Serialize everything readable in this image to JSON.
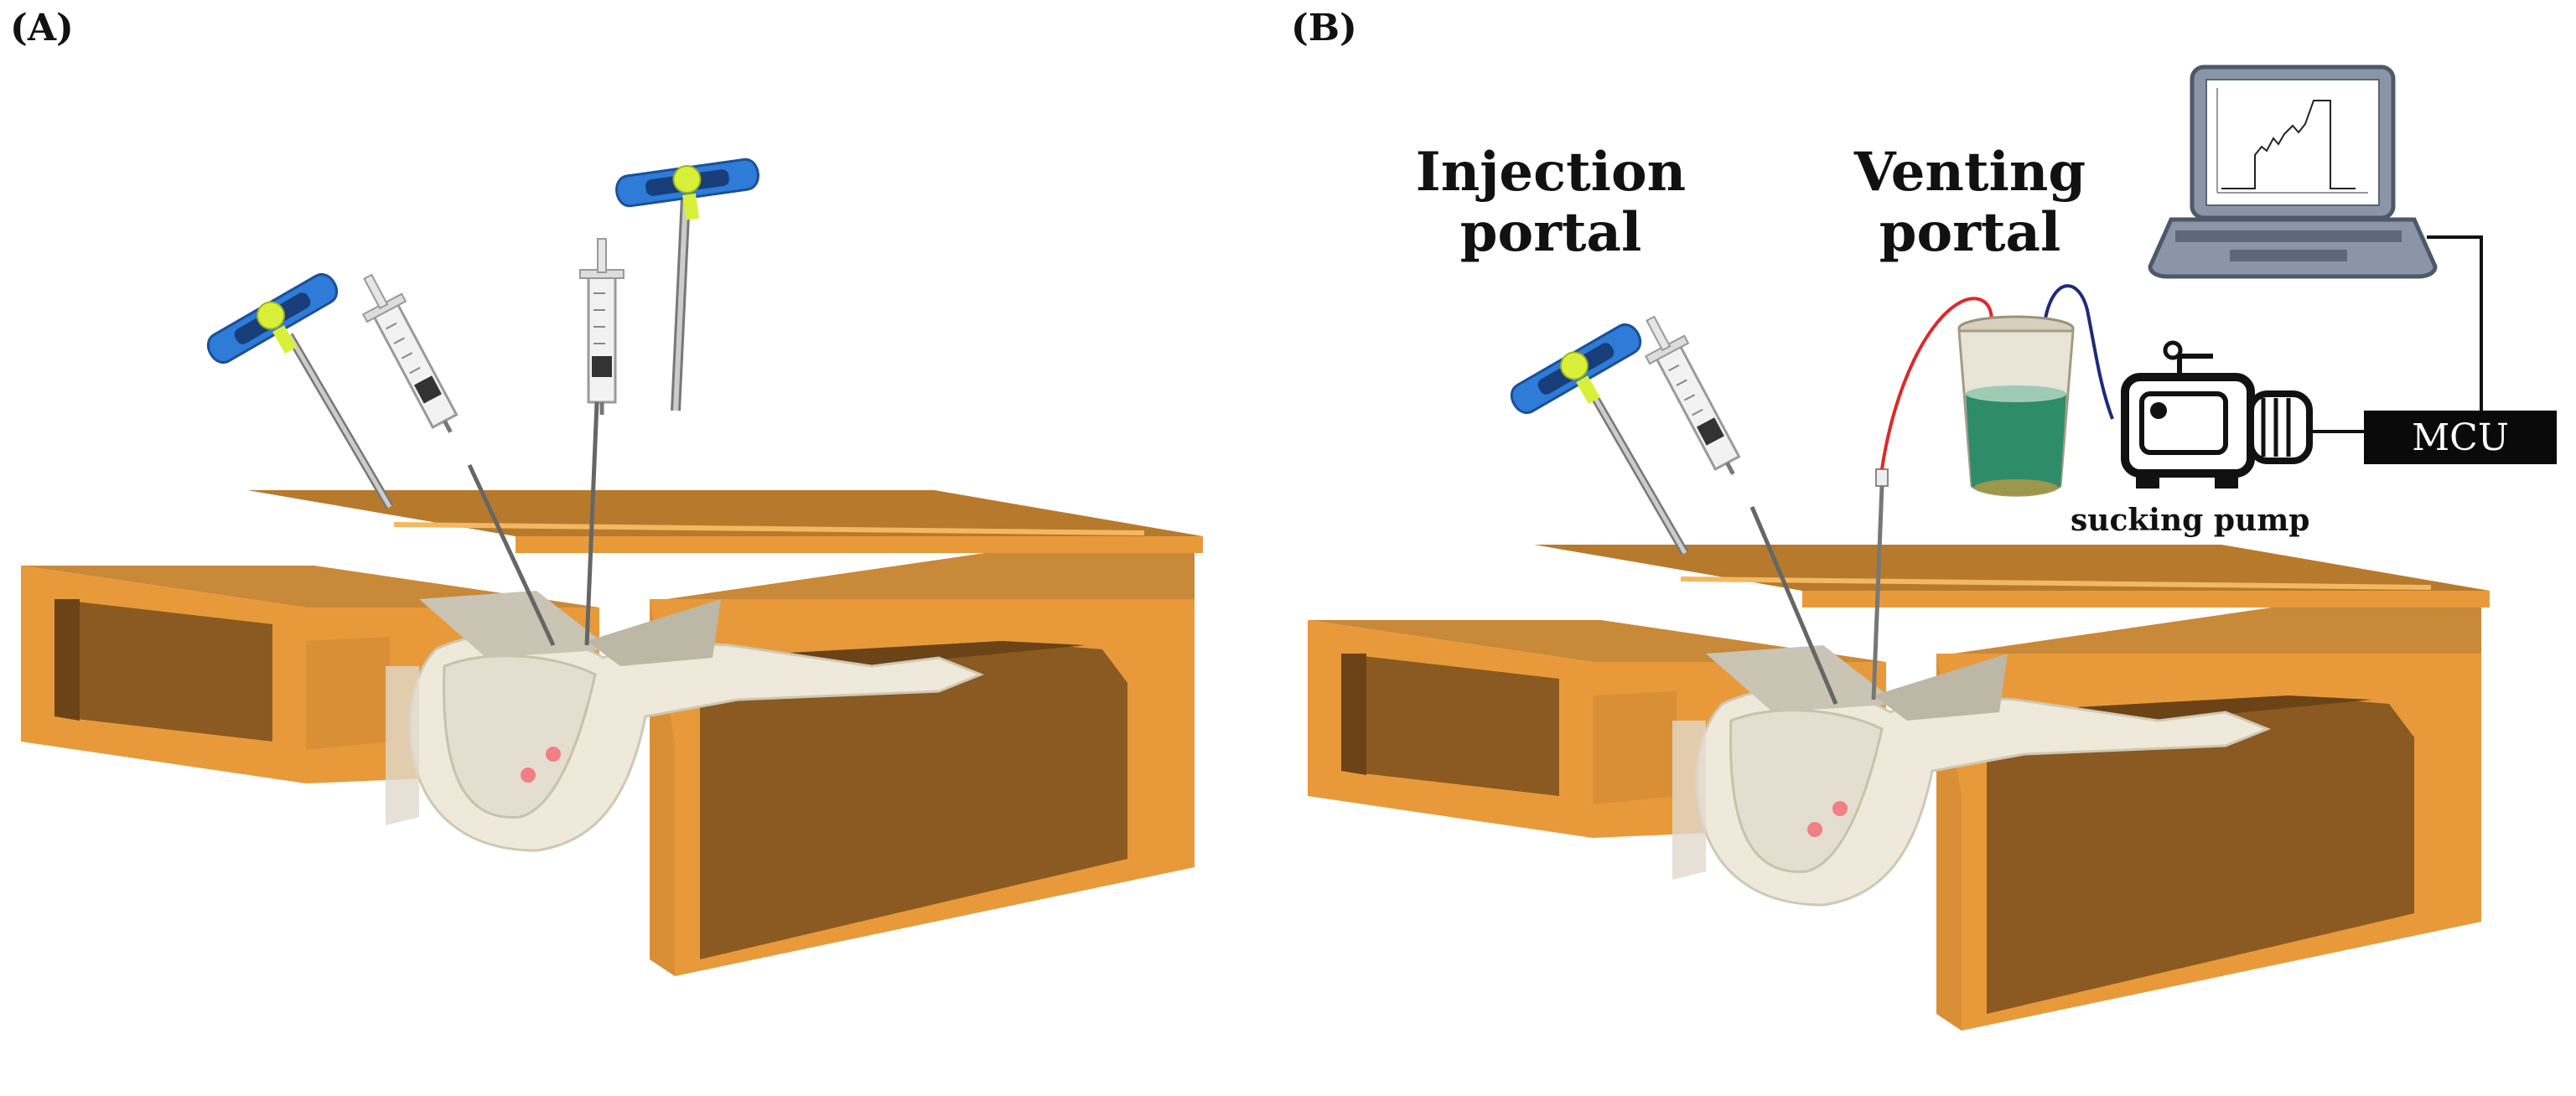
{
  "panels": {
    "a": {
      "label": "(A)"
    },
    "b": {
      "label": "(B)"
    }
  },
  "labels": {
    "injection_portal": [
      "Injection",
      "portal"
    ],
    "venting_portal": [
      "Venting",
      "portal"
    ],
    "sucking_pump": "sucking pump",
    "mcu": "MCU"
  },
  "colors": {
    "box_orange": "#E89A3A",
    "box_inner": "#8A5A22",
    "box_top": "#B77A2C",
    "handle_blue": "#2E7BD8",
    "handle_yellow": "#D9F03A",
    "bone": "#EEE9DA",
    "water_green": "#2E8C6A",
    "tube_red": "#E02828",
    "tube_blue": "#1E2A7A"
  },
  "icons": [
    "laptop-icon",
    "vacuum-pump-icon",
    "collection-jar-icon",
    "t-handle-needle-icon",
    "syringe-icon"
  ]
}
